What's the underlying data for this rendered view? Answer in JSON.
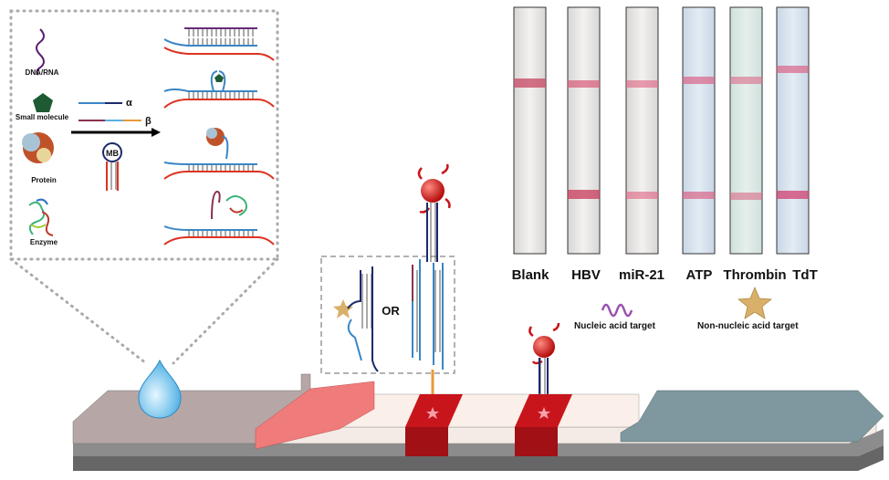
{
  "panel": {
    "targets": [
      "DNA/RNA",
      "Small molecule",
      "Protein",
      "Enzyme"
    ],
    "probe_alpha": "α",
    "probe_beta": "β",
    "molecular_beacon": "MB"
  },
  "middle": {
    "or_label": "OR"
  },
  "strips": {
    "labels": [
      "Blank",
      "HBV",
      "miR-21",
      "ATP",
      "Thrombin",
      "TdT"
    ]
  },
  "legend": {
    "nucleic": "Nucleic acid target",
    "non_nucleic": "Non-nucleic acid target"
  },
  "colors": {
    "sample_pad": "#b6a6a5",
    "conjugate_pad": "#f07b7b",
    "membrane": "#f8ece7",
    "absorbent_pad": "#7f98a0",
    "test_line": "#c8151b",
    "gold_nanoparticle": "#d61b1b"
  }
}
